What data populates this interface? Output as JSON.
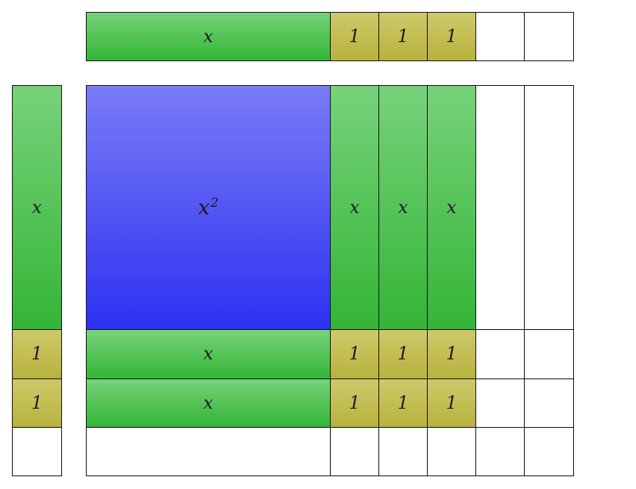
{
  "tile_labels": {
    "x": "x",
    "one": "1",
    "x_squared_base": "x",
    "x_squared_exponent": "2"
  },
  "top_factor": [
    "x",
    "1",
    "1",
    "1",
    "",
    ""
  ],
  "left_factor": [
    "x",
    "1",
    "1",
    ""
  ],
  "product_grid": {
    "rows": [
      [
        "x^2",
        "x",
        "x",
        "x",
        "",
        ""
      ],
      [
        "x",
        "1",
        "1",
        "1",
        "",
        ""
      ],
      [
        "x",
        "1",
        "1",
        "1",
        "",
        ""
      ],
      [
        "",
        "",
        "",
        "",
        "",
        ""
      ]
    ]
  },
  "colors": {
    "x_tile": "#4cbf4f",
    "one_tile": "#c2bc4e",
    "x_squared_tile": "#4548f3",
    "empty_tile": "#ffffff",
    "border": "#1a1a1a"
  }
}
